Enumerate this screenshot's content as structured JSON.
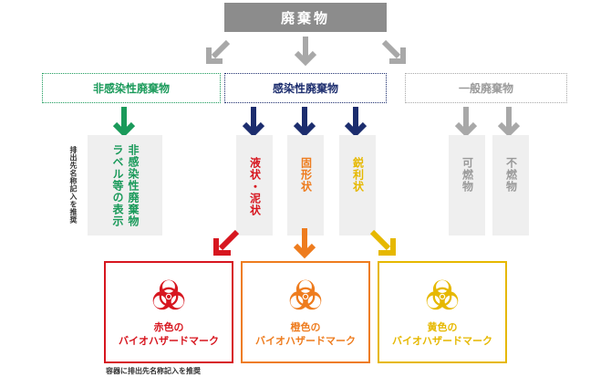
{
  "top": {
    "label": "廃棄物"
  },
  "categories": {
    "non_infectious": {
      "label": "非感染性廃棄物",
      "color": "#1a9a5a"
    },
    "infectious": {
      "label": "感染性廃棄物",
      "color": "#1c2d6e"
    },
    "general": {
      "label": "一般廃棄物",
      "color": "#9a9a9a"
    }
  },
  "columns": {
    "non_infectious_label": {
      "line1": "非感染性廃棄物",
      "line2": "ラベル等の表示"
    },
    "side_note": "排出先名称記入を推奨",
    "liquid": "液状・泥状",
    "solid": "固形状",
    "sharp": "鋭利状",
    "combustible": "可燃物",
    "noncombustible": "不燃物"
  },
  "results": {
    "red": {
      "line1": "赤色の",
      "line2": "バイオハザードマーク",
      "color": "#d7161f"
    },
    "orange": {
      "line1": "橙色の",
      "line2": "バイオハザードマーク",
      "color": "#ee7c1e"
    },
    "yellow": {
      "line1": "黄色の",
      "line2": "バイオハザードマーク",
      "color": "#e6b800"
    }
  },
  "bottom_note": "容器に排出先名称記入を推奨",
  "colors": {
    "gray_arrow": "#a8a8a8",
    "navy": "#1c2d6e",
    "green": "#1a9a5a"
  }
}
